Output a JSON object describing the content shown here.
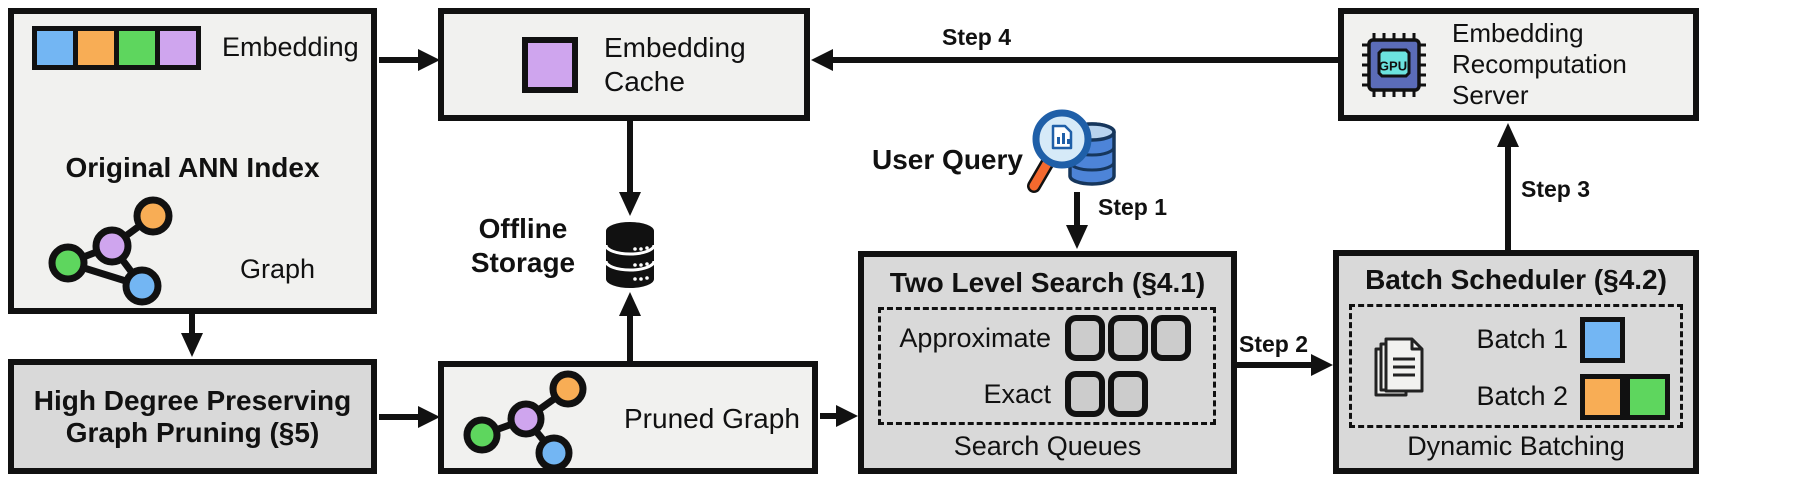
{
  "figure": {
    "description": "System architecture diagram for an ANN search system with embedding cache, two level search, dynamic batching and GPU embedding recomputation"
  },
  "palette": {
    "blue": "#73b6f3",
    "orange": "#f8ad55",
    "green": "#5ed65e",
    "purple": "#cfa5ee",
    "box_light": "#f1f1ef",
    "box_dark": "#d9d9d9",
    "line_black": "#111111",
    "queue_slot_gray": "#cccccc",
    "gpu_chip_blue": "#5b6cb8",
    "gpu_core_cyan": "#6ce3de",
    "magnifier_handle_orange": "#f4692e",
    "query_db_blue": "#4d84d8"
  },
  "boxes": {
    "original_ann_index": {
      "title": "Original ANN Index",
      "embedding_label": "Embedding",
      "graph_label": "Graph",
      "embedding_colors": [
        "#73b6f3",
        "#f8ad55",
        "#5ed65e",
        "#cfa5ee"
      ]
    },
    "graph_pruning": {
      "title_line1": "High Degree Preserving",
      "title_line2": "Graph Pruning (§5)"
    },
    "embedding_cache": {
      "title_line1": "Embedding",
      "title_line2": "Cache",
      "chip_color": "#cfa5ee"
    },
    "offline_storage": {
      "label_line1": "Offline",
      "label_line2": "Storage"
    },
    "pruned_graph": {
      "label": "Pruned Graph"
    },
    "two_level_search": {
      "title": "Two Level Search (§4.1)",
      "rows": [
        {
          "label": "Approximate",
          "queue_slots": 3
        },
        {
          "label": "Exact",
          "queue_slots": 2
        }
      ],
      "caption": "Search Queues"
    },
    "batch_scheduler": {
      "title": "Batch Scheduler (§4.2)",
      "batches": [
        {
          "label": "Batch 1",
          "colors": [
            "#73b6f3"
          ]
        },
        {
          "label": "Batch 2",
          "colors": [
            "#f8ad55",
            "#5ed65e"
          ]
        }
      ],
      "caption": "Dynamic Batching"
    },
    "recomputation_server": {
      "title_line1": "Embedding",
      "title_line2": "Recomputation",
      "title_line3": "Server",
      "chip_label": "GPU"
    }
  },
  "labels": {
    "user_query": "User Query",
    "step_1": "Step 1",
    "step_2": "Step 2",
    "step_3": "Step 3",
    "step_4": "Step 4"
  }
}
